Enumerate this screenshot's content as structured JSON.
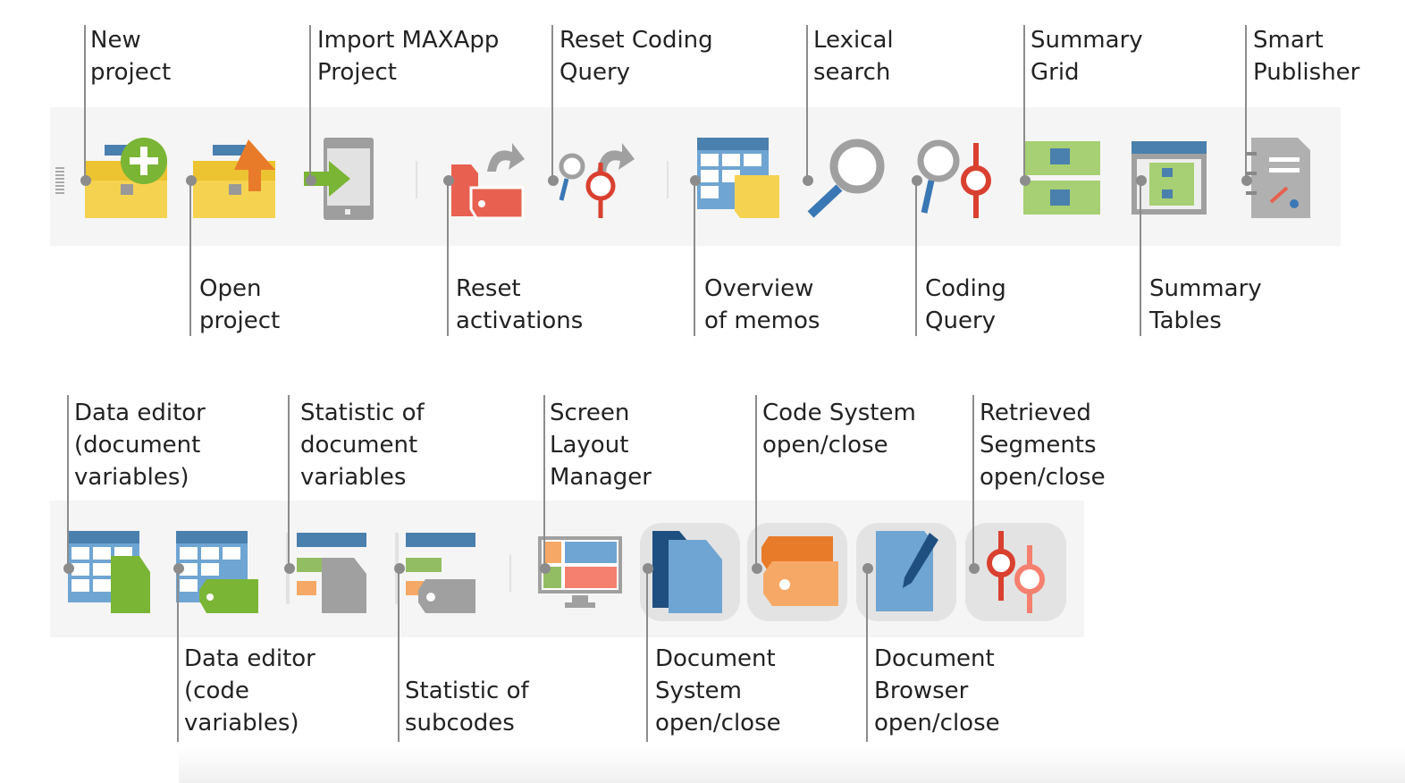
{
  "callouts_top_row": [
    {
      "label": "New\nproject"
    },
    {
      "label": "Import MAXApp\nProject"
    },
    {
      "label": "Reset Coding\nQuery"
    },
    {
      "label": "Lexical\nsearch"
    },
    {
      "label": "Summary\nGrid"
    },
    {
      "label": "Smart\nPublisher"
    }
  ],
  "callouts_top_row_below": [
    {
      "label": "Open\nproject"
    },
    {
      "label": "Reset\nactivations"
    },
    {
      "label": "Overview\nof memos"
    },
    {
      "label": "Coding\nQuery"
    },
    {
      "label": "Summary\nTables"
    }
  ],
  "callouts_bottom_row": [
    {
      "label": "Data editor\n(document\nvariables)"
    },
    {
      "label": "Statistic of\ndocument\nvariables"
    },
    {
      "label": "Screen\nLayout\nManager"
    },
    {
      "label": "Code System\nopen/close"
    },
    {
      "label": "Retrieved\nSegments\nopen/close"
    }
  ],
  "callouts_bottom_row_below": [
    {
      "label": "Data editor\n(code\nvariables)"
    },
    {
      "label": "Statistic of\nsubcodes"
    },
    {
      "label": "Document\nSystem\nopen/close"
    },
    {
      "label": "Document\nBrowser\nopen/close"
    }
  ],
  "colors": {
    "yellow": "#f5d350",
    "green": "#7ab535",
    "orange": "#e87b2a",
    "red": "#e8604f",
    "blue": "#6fa5d2",
    "darkblue": "#4a80ad",
    "gray": "#a0a0a0"
  }
}
